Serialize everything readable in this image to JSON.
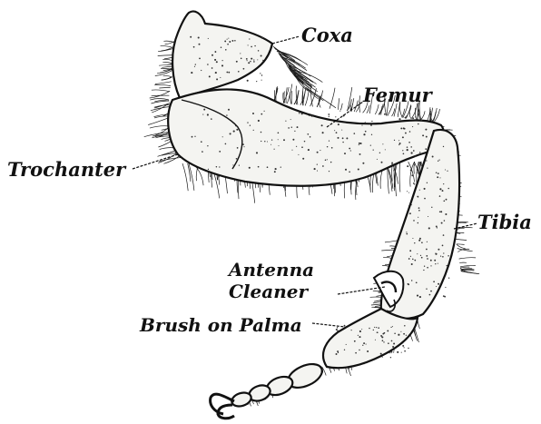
{
  "figure": {
    "labels": {
      "coxa": "Coxa",
      "femur": "Femur",
      "trochanter": "Trochanter",
      "tibia": "Tibia",
      "antenna_line1": "Antenna",
      "antenna_line2": "Cleaner",
      "brush": "Brush on Palma"
    },
    "colors": {
      "ink": "#111111",
      "background": "#ffffff",
      "fill": "#f4f4f1"
    }
  }
}
